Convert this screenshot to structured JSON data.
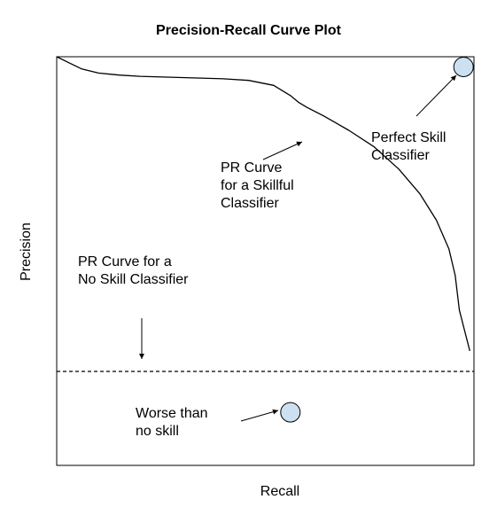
{
  "title": "Precision-Recall Curve Plot",
  "xlabel": "Recall",
  "ylabel": "Precision",
  "annotations": {
    "perfect": [
      "Perfect Skill",
      "Classifier"
    ],
    "skillful": [
      "PR Curve",
      "for a Skillful",
      "Classifier"
    ],
    "noskill": [
      "PR Curve for a",
      "No Skill Classifier"
    ],
    "worse": [
      "Worse than",
      "no skill"
    ]
  },
  "colors": {
    "marker_fill": "#cde0f2",
    "line": "#000000"
  },
  "chart_data": {
    "type": "line",
    "title": "Precision-Recall Curve Plot",
    "xlabel": "Recall",
    "ylabel": "Precision",
    "xlim": [
      0,
      1
    ],
    "ylim": [
      0,
      1
    ],
    "grid": false,
    "series": [
      {
        "style": "solid",
        "x": [
          0.0,
          0.03,
          0.06,
          0.1,
          0.15,
          0.2,
          0.3,
          0.4,
          0.46,
          0.52,
          0.56,
          0.58,
          0.6,
          0.64,
          0.7,
          0.76,
          0.82,
          0.87,
          0.91,
          0.94,
          0.955,
          0.965,
          0.98,
          0.99
        ],
        "y": [
          1.0,
          0.985,
          0.97,
          0.96,
          0.955,
          0.952,
          0.949,
          0.946,
          0.942,
          0.93,
          0.905,
          0.888,
          0.876,
          0.855,
          0.82,
          0.78,
          0.725,
          0.665,
          0.6,
          0.53,
          0.465,
          0.38,
          0.32,
          0.28
        ]
      },
      {
        "style": "dashed",
        "x": [
          0,
          1
        ],
        "y": [
          0.23,
          0.23
        ]
      }
    ],
    "points": [
      {
        "x": 0.975,
        "y": 0.975
      },
      {
        "x": 0.56,
        "y": 0.13
      }
    ]
  }
}
